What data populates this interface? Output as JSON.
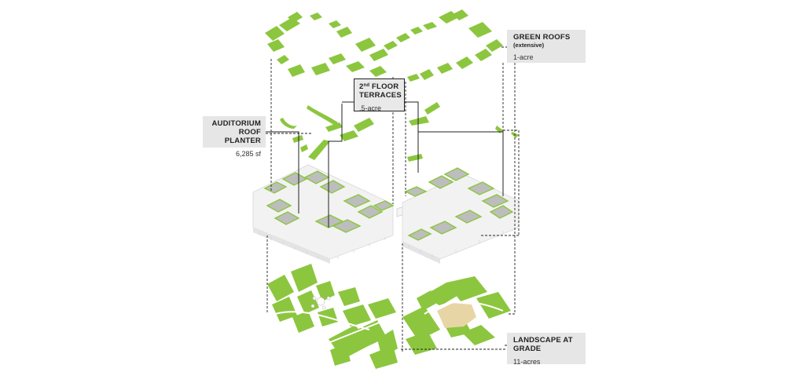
{
  "callouts": {
    "green_roofs": {
      "title": "GREEN ROOFS",
      "qualifier": "(extensive)",
      "value": "1-acre"
    },
    "terraces": {
      "title_sup_prefix": "2",
      "title_sup": "nd",
      "title_rest": " FLOOR",
      "title_line2": "TERRACES",
      "value": ".5-acre"
    },
    "auditorium": {
      "title_line1": "AUDITORIUM",
      "title_line2": "ROOF PLANTER",
      "value": "6,285 sf"
    },
    "landscape": {
      "title_line1": "LANDSCAPE AT",
      "title_line2": "GRADE",
      "value": "11-acres"
    }
  },
  "colors": {
    "green": "#8cc63f",
    "building": "#f2f2f2",
    "roof_gray": "#bdbdbd",
    "callout_bg": "#e6e6e6",
    "leader": "#222222",
    "sand": "#e8d5a6"
  }
}
